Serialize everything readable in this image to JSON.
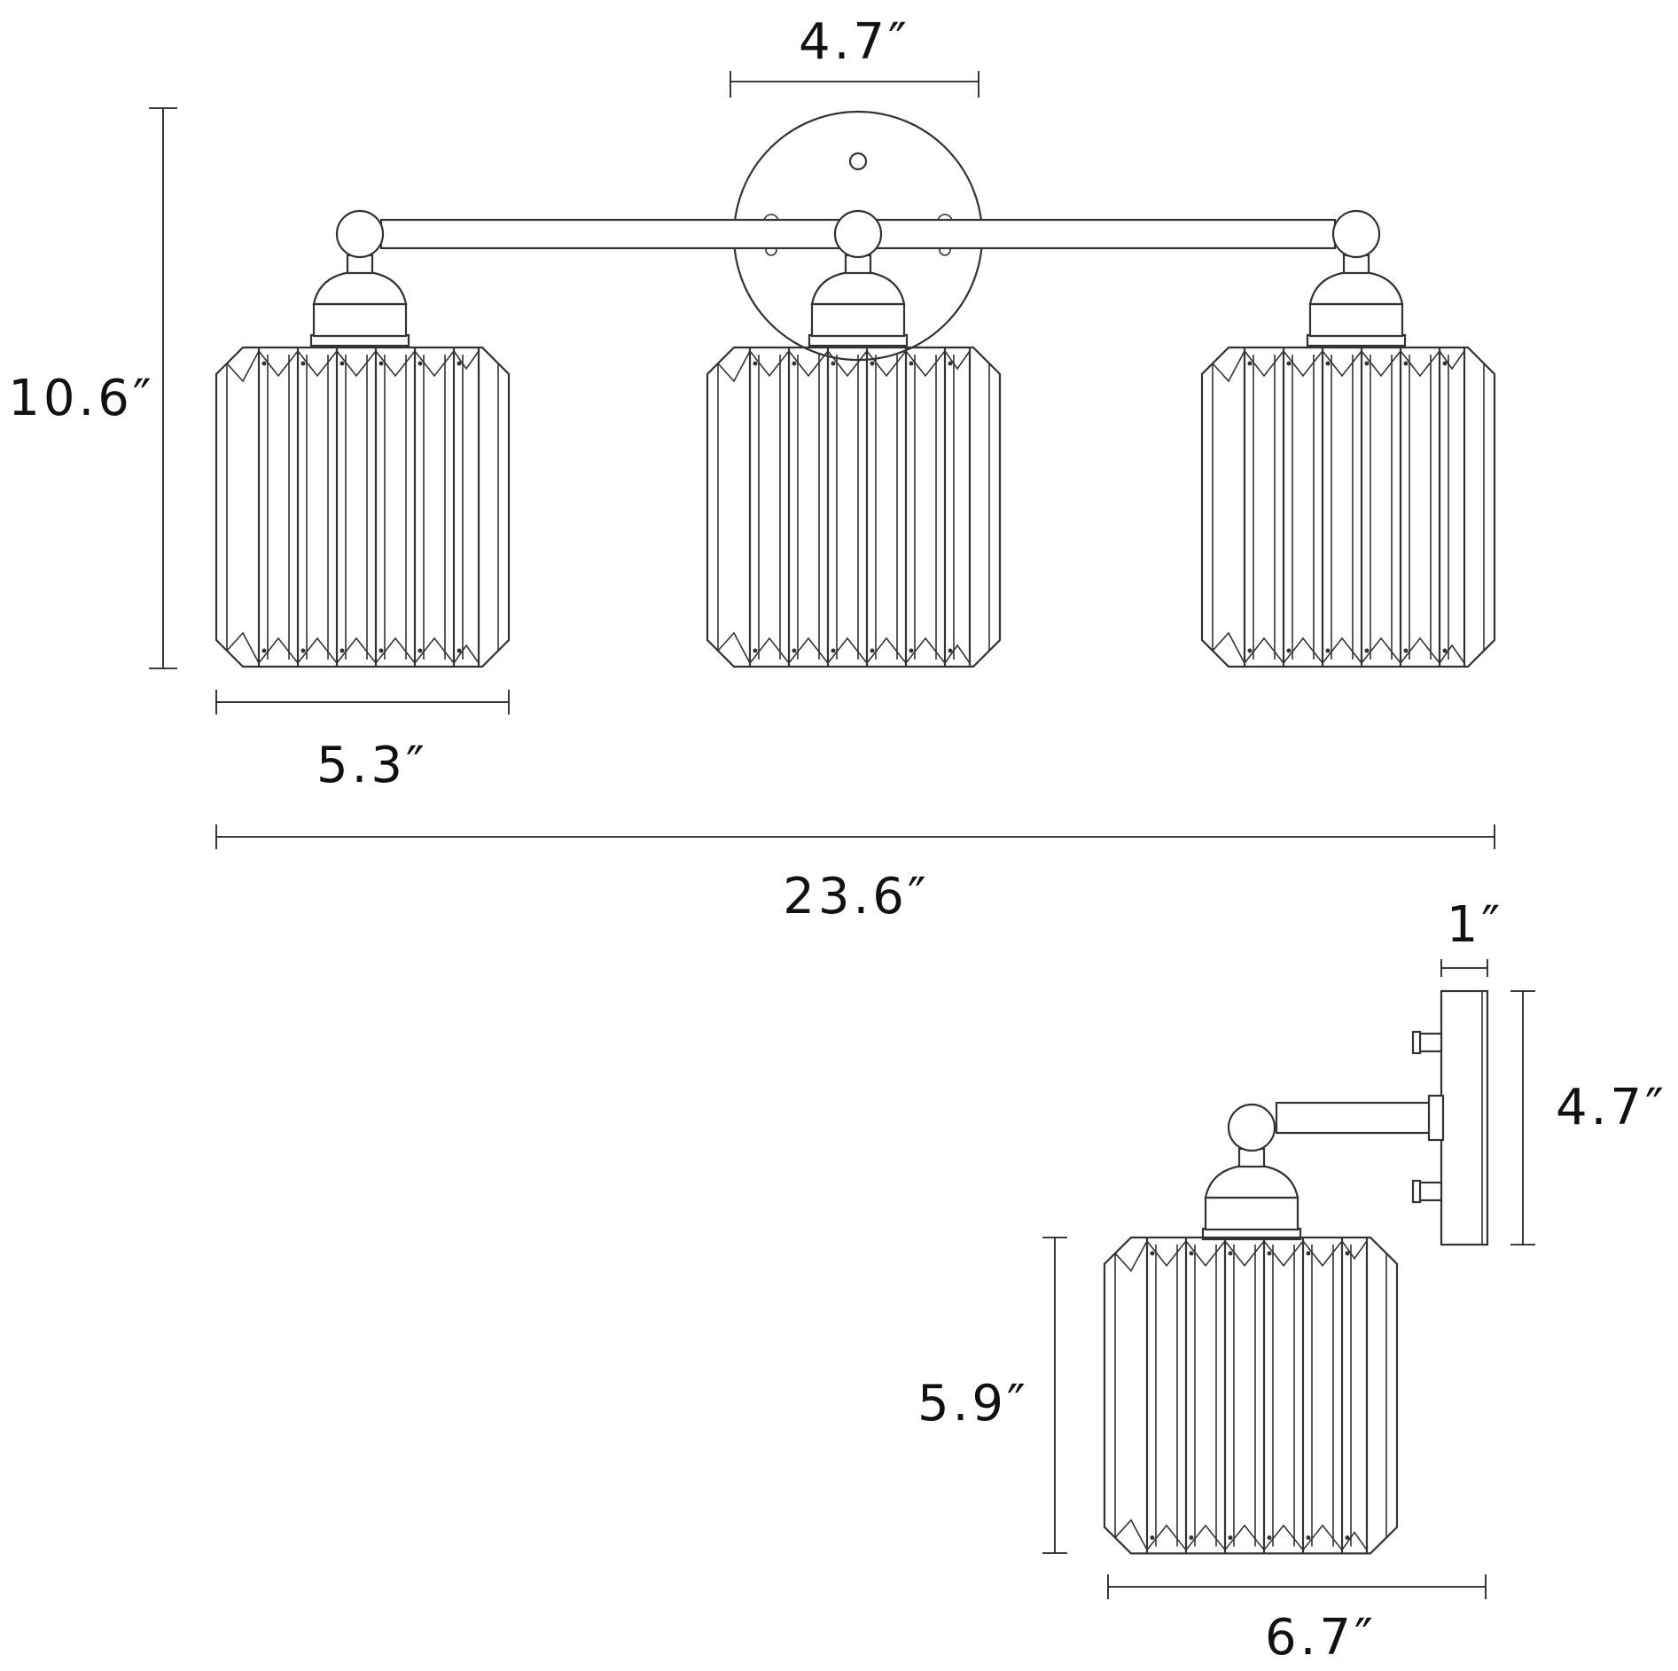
{
  "dimensions": {
    "backplate_width": "4.7″",
    "overall_height": "10.6″",
    "shade_width": "5.3″",
    "overall_width": "23.6″",
    "backplate_depth": "1″",
    "backplate_height_side": "4.7″",
    "shade_height": "5.9″",
    "extension": "6.7″"
  }
}
